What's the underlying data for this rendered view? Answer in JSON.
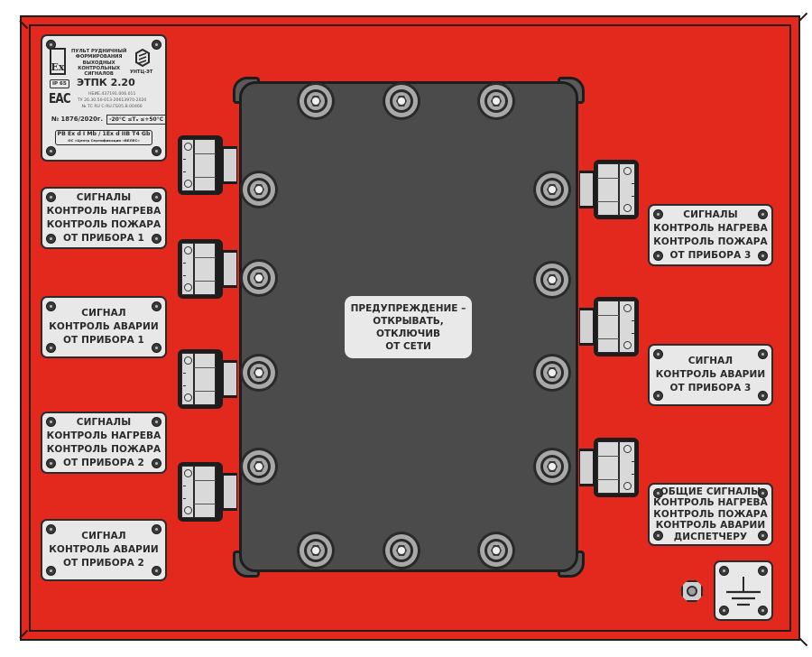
{
  "diagram": {
    "title": "ЭТПК 2.20 front panel layout",
    "colors": {
      "panel": "#e3291d",
      "enclosure": "#4b4b4b",
      "plate": "#e8e8e8",
      "outline": "#1d1d1d"
    },
    "nameplate": {
      "ex_mark": "Ex",
      "product_lines": [
        "ПУЛЬТ РУДНИЧНЫЙ",
        "ФОРМИРОВАНИЯ",
        "ВЫХОДНЫХ",
        "КОНТРОЛЬНЫХ",
        "СИГНАЛОВ"
      ],
      "manufacturer": "УНТЦ-ЭТ",
      "ip_rating": "IP 65",
      "model": "ЭТПК 2.20",
      "eac_mark": "EAC",
      "codes": [
        "НБИЕ.437191.006.011",
        "ТУ 26.30.50-013-20613970-2020",
        "№ ТС RU С-RU.ГБ05.В.00466"
      ],
      "serial": "№ 1876/2020г.",
      "temp_range": "-20°C ≤Tₐ ≤+50°C",
      "ex_marking": "PB Ex d I Mb / 1Ex d IIB T4 Gb",
      "cert_body": "ОС «Центр Сертификации «ВЕЛЕС»"
    },
    "left_labels": [
      {
        "lines": [
          "СИГНАЛЫ",
          "КОНТРОЛЬ НАГРЕВА",
          "КОНТРОЛЬ ПОЖАРА",
          "ОТ ПРИБОРА 1"
        ]
      },
      {
        "lines": [
          "СИГНАЛ",
          "КОНТРОЛЬ АВАРИИ",
          "ОТ ПРИБОРА 1"
        ]
      },
      {
        "lines": [
          "СИГНАЛЫ",
          "КОНТРОЛЬ НАГРЕВА",
          "КОНТРОЛЬ ПОЖАРА",
          "ОТ ПРИБОРА 2"
        ]
      },
      {
        "lines": [
          "СИГНАЛ",
          "КОНТРОЛЬ АВАРИИ",
          "ОТ ПРИБОРА 2"
        ]
      }
    ],
    "right_labels": [
      {
        "lines": [
          "СИГНАЛЫ",
          "КОНТРОЛЬ НАГРЕВА",
          "КОНТРОЛЬ ПОЖАРА",
          "ОТ ПРИБОРА 3"
        ]
      },
      {
        "lines": [
          "СИГНАЛ",
          "КОНТРОЛЬ АВАРИИ",
          "ОТ ПРИБОРА 3"
        ]
      },
      {
        "lines": [
          "ОБЩИЕ СИГНАЛЫ",
          "КОНТРОЛЬ НАГРЕВА",
          "КОНТРОЛЬ ПОЖАРА",
          "КОНТРОЛЬ АВАРИИ",
          "ДИСПЕТЧЕРУ"
        ]
      }
    ],
    "warning": {
      "lines": [
        "ПРЕДУПРЕЖДЕНИЕ –",
        "ОТКРЫВАТЬ, ОТКЛЮЧИВ",
        "ОТ СЕТИ"
      ]
    },
    "ground": {
      "icon": "ground-symbol-icon"
    },
    "counts": {
      "left_cable_glands": 4,
      "right_cable_glands": 3,
      "cover_bolts": 14
    }
  }
}
